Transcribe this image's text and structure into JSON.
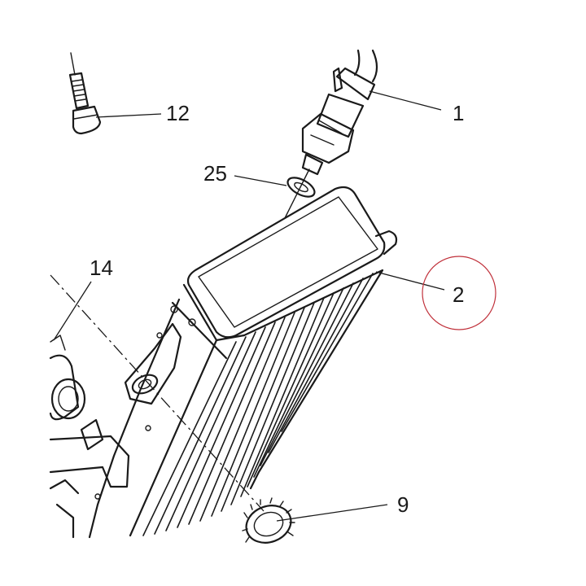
{
  "callouts": [
    {
      "id": "1",
      "label": "1"
    },
    {
      "id": "2",
      "label": "2"
    },
    {
      "id": "9",
      "label": "9"
    },
    {
      "id": "12",
      "label": "12"
    },
    {
      "id": "14",
      "label": "14"
    },
    {
      "id": "25",
      "label": "25"
    }
  ],
  "highlight": {
    "target": "2",
    "color": "#c0303a"
  },
  "line_color": "#1a1a1a",
  "background": "#ffffff"
}
